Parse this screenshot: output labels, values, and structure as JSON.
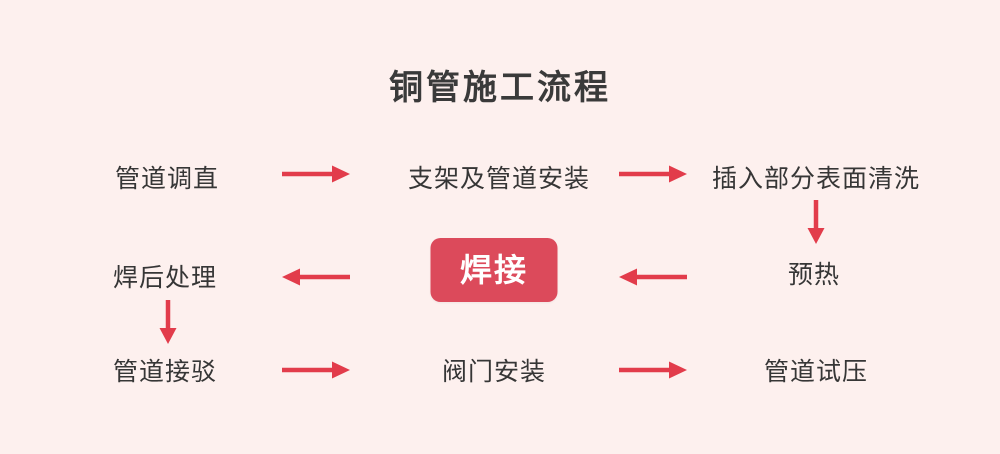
{
  "title": "铜管施工流程",
  "colors": {
    "background": "#fdf0ee",
    "title_text": "#3a3a3a",
    "node_text": "#363636",
    "arrow": "#e23c4b",
    "highlight_box_bg": "#dc4a5b",
    "highlight_box_text": "#ffffff"
  },
  "flow": {
    "rows": [
      {
        "steps": [
          "管道调直",
          "支架及管道安装",
          "插入部分表面清洗"
        ]
      },
      {
        "steps": [
          "焊后处理",
          "焊接",
          "预热"
        ]
      },
      {
        "steps": [
          "管道接驳",
          "阀门安装",
          "管道试压"
        ]
      }
    ]
  },
  "icons": {
    "arrow_right": "→",
    "arrow_left": "←",
    "arrow_down": "↓"
  }
}
